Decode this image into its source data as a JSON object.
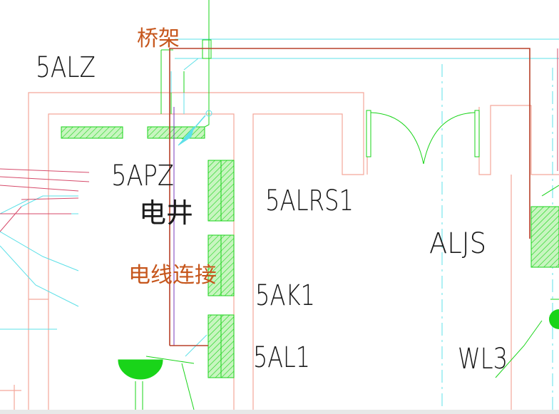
{
  "labels": {
    "cable_tray": "桥架",
    "panel_5alz": "5ALZ",
    "panel_5apz": "5APZ",
    "electrical_shaft": "电井",
    "panel_5alrs1": "5ALRS1",
    "panel_aljs": "ALJS",
    "wire_connection": "电线连接",
    "panel_5ak1": "5AK1",
    "panel_5al1": "5AL1",
    "circuit_wl3": "WL3"
  },
  "colors": {
    "background": "#ffffff",
    "wall": "#f4a79a",
    "cyan": "#5ee0e8",
    "green": "#19d419",
    "hatch_fill": "#c8f5c0",
    "dark_red": "#b8412a",
    "orange_text": "#c6561c",
    "black_text": "#1a1a1a",
    "magenta": "#d64a6a",
    "purple": "#7a38b8"
  },
  "icons": {
    "door": "double-swing-door-icon",
    "lamp": "semicircle-lamp-icon",
    "arrow": "cyan-arrow-icon"
  }
}
